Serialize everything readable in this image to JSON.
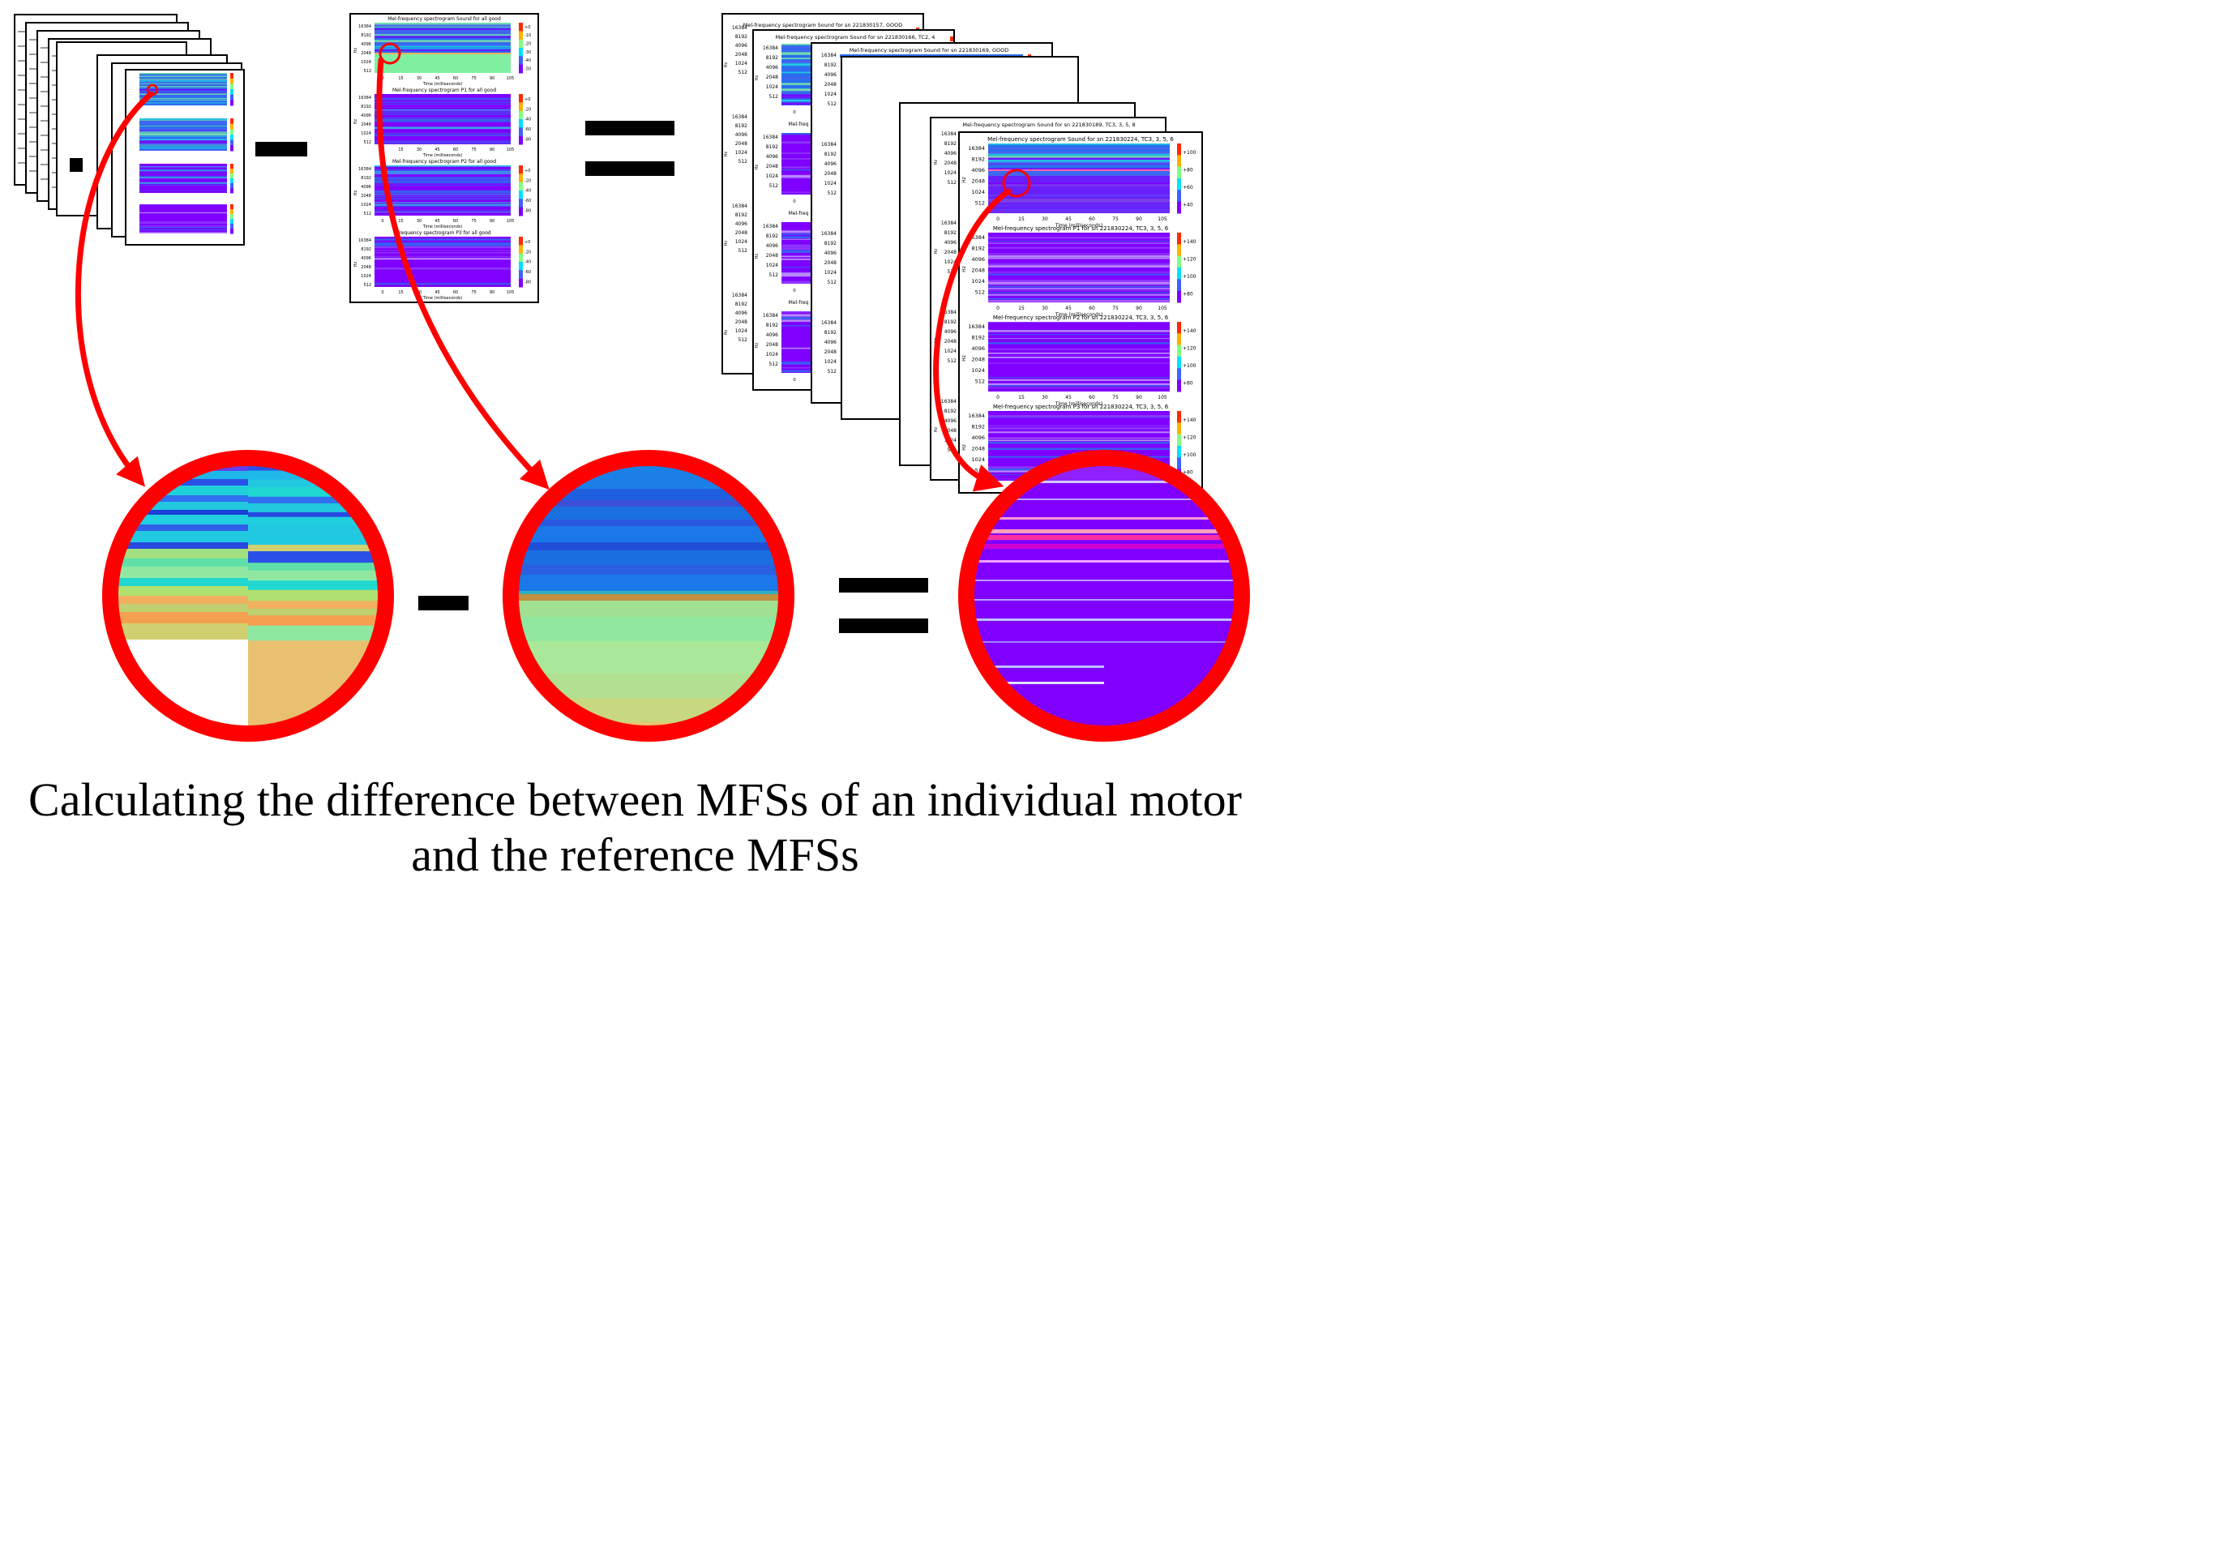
{
  "caption": {
    "line1": "Calculating the difference between MFSs of an individual motor",
    "line2": "and the reference MFSs"
  },
  "colors": {
    "arrow": "#ff0000",
    "ring": "#ff0000",
    "operator": "#000000",
    "purple": "#8000ff",
    "blue": "#2a6ef0",
    "cyan": "#20d4e0",
    "green": "#80f0a0",
    "orange": "#f4b060"
  },
  "reference_doc": {
    "panels": [
      {
        "title": "Mel-frequency spectrogram Sound for all good",
        "colorbar": [
          "+0",
          "-10",
          "-20",
          "-30",
          "-40",
          "-50"
        ]
      },
      {
        "title": "Mel-frequency spectrogram P1 for all good",
        "colorbar": [
          "+0",
          "-20",
          "-40",
          "-60",
          "-80"
        ]
      },
      {
        "title": "Mel-frequency spectrogram P2 for all good",
        "colorbar": [
          "+0",
          "-20",
          "-40",
          "-60",
          "-80"
        ]
      },
      {
        "title": "frequency spectrogram P3 for all good",
        "colorbar": [
          "+0",
          "-20",
          "-40",
          "-60",
          "-80"
        ]
      }
    ],
    "yticks": [
      "16384",
      "8192",
      "4096",
      "2048",
      "1024",
      "512"
    ],
    "xticks": [
      "0",
      "15",
      "30",
      "45",
      "60",
      "75",
      "90",
      "105"
    ],
    "xlabel": "Time (milliseconds)",
    "ylabel": "Hz"
  },
  "result_stack": {
    "back_titles": [
      "Mel-frequency spectrogram Sound for sn 221830157, GOOD",
      "Mel-frequency spectrogram Sound for sn 221830166, TC2, 4",
      "Mel-frequency spectrogram Sound for sn 221830169, GOOD",
      "Mel-frequency spectrogram Sound for sn 221830189, TC3, 3, 5, 8"
    ],
    "back_yticks": [
      "16384",
      "8192",
      "4096",
      "2048",
      "1024",
      "512"
    ],
    "back_xtick": "0",
    "front_panels": [
      {
        "title": "Mel-frequency spectrogram Sound for sn 221830224, TC3, 3, 5, 6",
        "colorbar": [
          "+100",
          "+80",
          "+60",
          "+40"
        ]
      },
      {
        "title": "Mel-frequency spectrogram P1 for sn 221830224, TC3, 3, 5, 6",
        "colorbar": [
          "+140",
          "+120",
          "+100",
          "+80"
        ]
      },
      {
        "title": "Mel-frequency spectrogram P2 for sn 221830224, TC3, 3, 5, 6",
        "colorbar": [
          "+140",
          "+120",
          "+100",
          "+80"
        ]
      },
      {
        "title": "Mel-frequency spectrogram P3 for sn 221830224, TC3, 3, 5, 6",
        "colorbar": [
          "+140",
          "+120",
          "+100",
          "+80"
        ]
      }
    ],
    "front_yticks": [
      "16384",
      "8192",
      "4096",
      "2048",
      "1024",
      "512"
    ],
    "front_xticks": [
      "0",
      "15",
      "30",
      "45",
      "60",
      "75",
      "90",
      "105"
    ],
    "front_xlabel": "Time (milliseconds)",
    "ylabel": "Hz",
    "partial_letter": "M"
  }
}
